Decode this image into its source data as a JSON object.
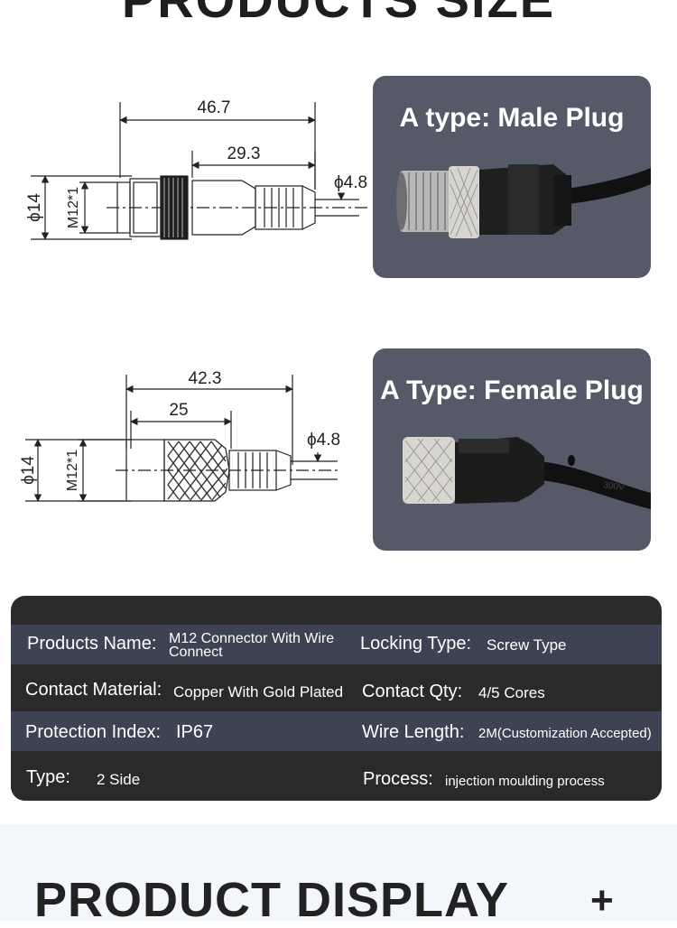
{
  "page": {
    "top_heading": "PRODUCTS SIZE",
    "bottom_heading": "PRODUCT DISPLAY",
    "expand_symbol": "+"
  },
  "male_drawing": {
    "overall_length": "46.7",
    "body_length": "29.3",
    "cable_diameter": "ϕ4.8",
    "outer_diameter": "ϕ14",
    "thread": "M12*1"
  },
  "female_drawing": {
    "overall_length": "42.3",
    "body_length": "25",
    "cable_diameter": "ϕ4.8",
    "outer_diameter": "ϕ14",
    "thread": "M12*1"
  },
  "cards": {
    "male_title": "A type: Male Plug",
    "female_title": "A Type: Female Plug",
    "cable_print": "300V"
  },
  "specs": {
    "products_name_label": "Products Name:",
    "products_name_value": "M12 Connector With Wire Connect",
    "locking_type_label": "Locking Type:",
    "locking_type_value": "Screw Type",
    "contact_material_label": "Contact Material:",
    "contact_material_value": "Copper With Gold Plated",
    "contact_qty_label": "Contact Qty:",
    "contact_qty_value": "4/5 Cores",
    "protection_label": "Protection Index:",
    "protection_value": "IP67",
    "wire_length_label": "Wire Length:",
    "wire_length_value": "2M(Customization Accepted)",
    "type_label": "Type:",
    "type_value": "2 Side",
    "process_label": "Process:",
    "process_value": "injection moulding process"
  },
  "colors": {
    "card_bg": "#565a68",
    "table_dark": "#2a2a2a",
    "table_light": "#3d4352",
    "bottom_band": "#f3f7fb"
  }
}
